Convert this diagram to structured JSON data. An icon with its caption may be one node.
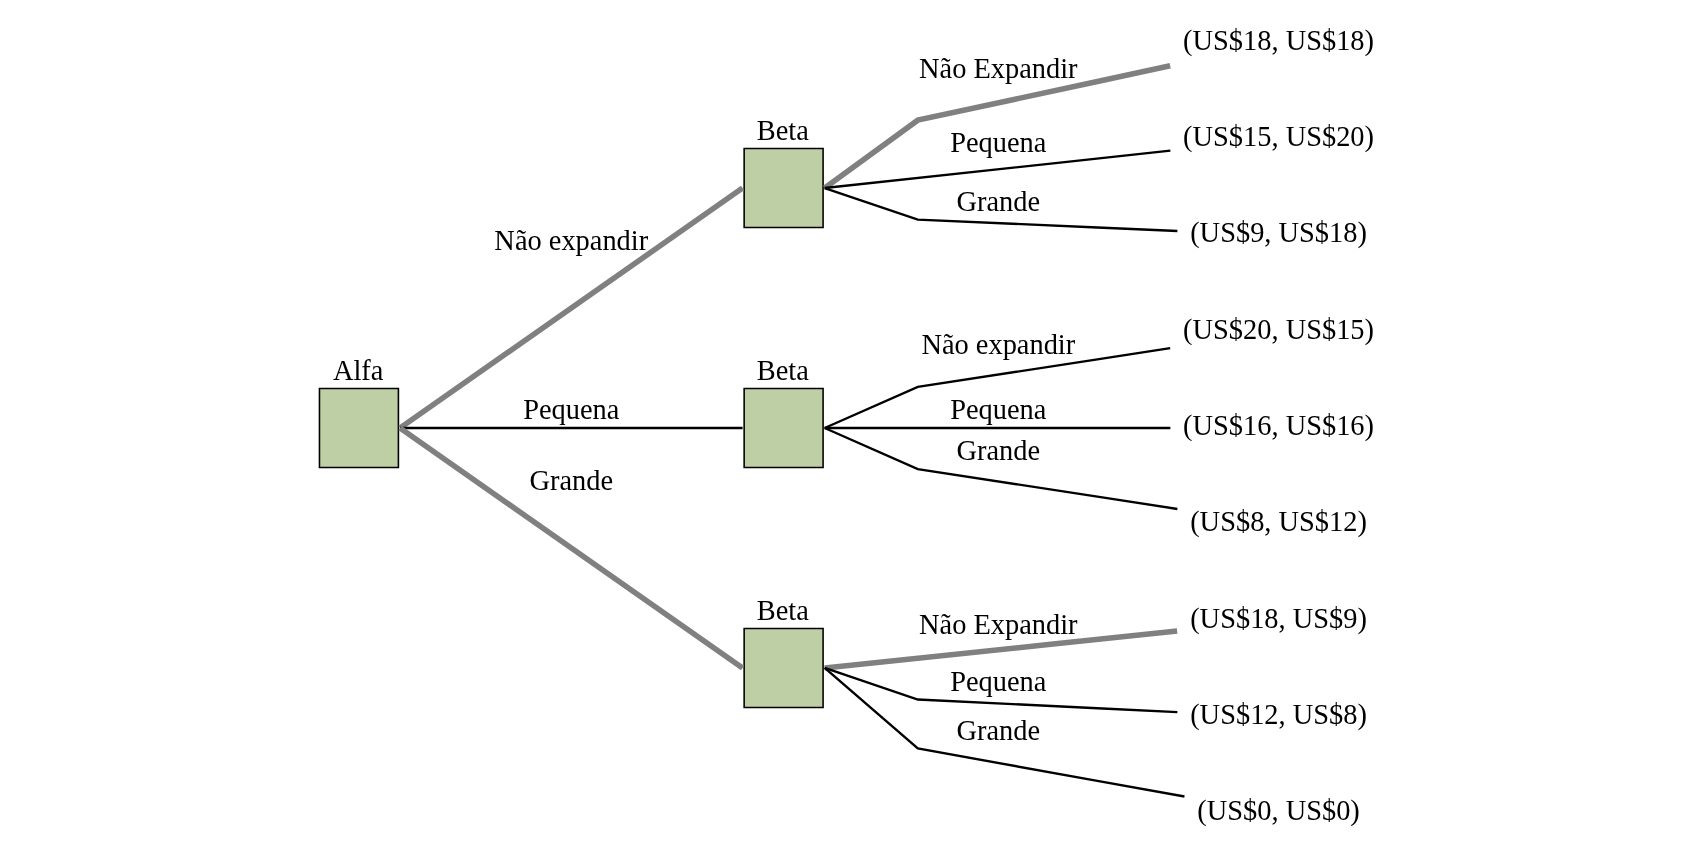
{
  "diagram": {
    "nodes": [
      {
        "text": [
          "Alfa"
        ]
      },
      {
        "text": [
          "Beta"
        ]
      },
      {
        "text": [
          "Beta"
        ]
      },
      {
        "text": [
          "Beta"
        ]
      },
      {
        "text": [
          "(US$18, US$18)"
        ]
      },
      {
        "text": [
          "(US$15, US$20)"
        ]
      },
      {
        "text": [
          "(US$9, US$18)"
        ]
      },
      {
        "text": [
          "(US$20, US$15)"
        ]
      },
      {
        "text": [
          "(US$16, US$16)"
        ]
      },
      {
        "text": [
          "(US$8, US$12)"
        ]
      },
      {
        "text": [
          "(US$18, US$9)"
        ]
      },
      {
        "text": [
          "(US$12, US$8)"
        ]
      },
      {
        "text": [
          "(US$0, US$0)"
        ]
      }
    ],
    "edges": [
      {
        "from": 0,
        "to": 1,
        "arrow": "none",
        "label": "Não expandir",
        "style": "thick",
        "color": "#808080"
      },
      {
        "from": 0,
        "to": 2,
        "arrow": "none",
        "label": "Pequena"
      },
      {
        "from": 0,
        "to": 3,
        "arrow": "none",
        "label": "Grande",
        "style": "thick",
        "color": "#808080"
      },
      {
        "from": 1,
        "to": 4,
        "arrow": "none",
        "label": "Não Expandir",
        "style": "thick",
        "color": "#808080"
      },
      {
        "from": 1,
        "to": 5,
        "arrow": "none",
        "label": "Pequena"
      },
      {
        "from": 1,
        "to": 6,
        "arrow": "none",
        "label": "Grande"
      },
      {
        "from": 2,
        "to": 7,
        "arrow": "none",
        "label": "Não expandir"
      },
      {
        "from": 2,
        "to": 8,
        "arrow": "none",
        "label": "Pequena"
      },
      {
        "from": 2,
        "to": 9,
        "arrow": "none",
        "label": "Grande"
      },
      {
        "from": 3,
        "to": 10,
        "arrow": "none",
        "label": "Não Expandir",
        "style": "thick",
        "color": "#808080"
      },
      {
        "from": 3,
        "to": 11,
        "arrow": "none",
        "label": "Pequena"
      },
      {
        "from": 3,
        "to": 12,
        "arrow": "none",
        "label": "Grande"
      }
    ]
  }
}
